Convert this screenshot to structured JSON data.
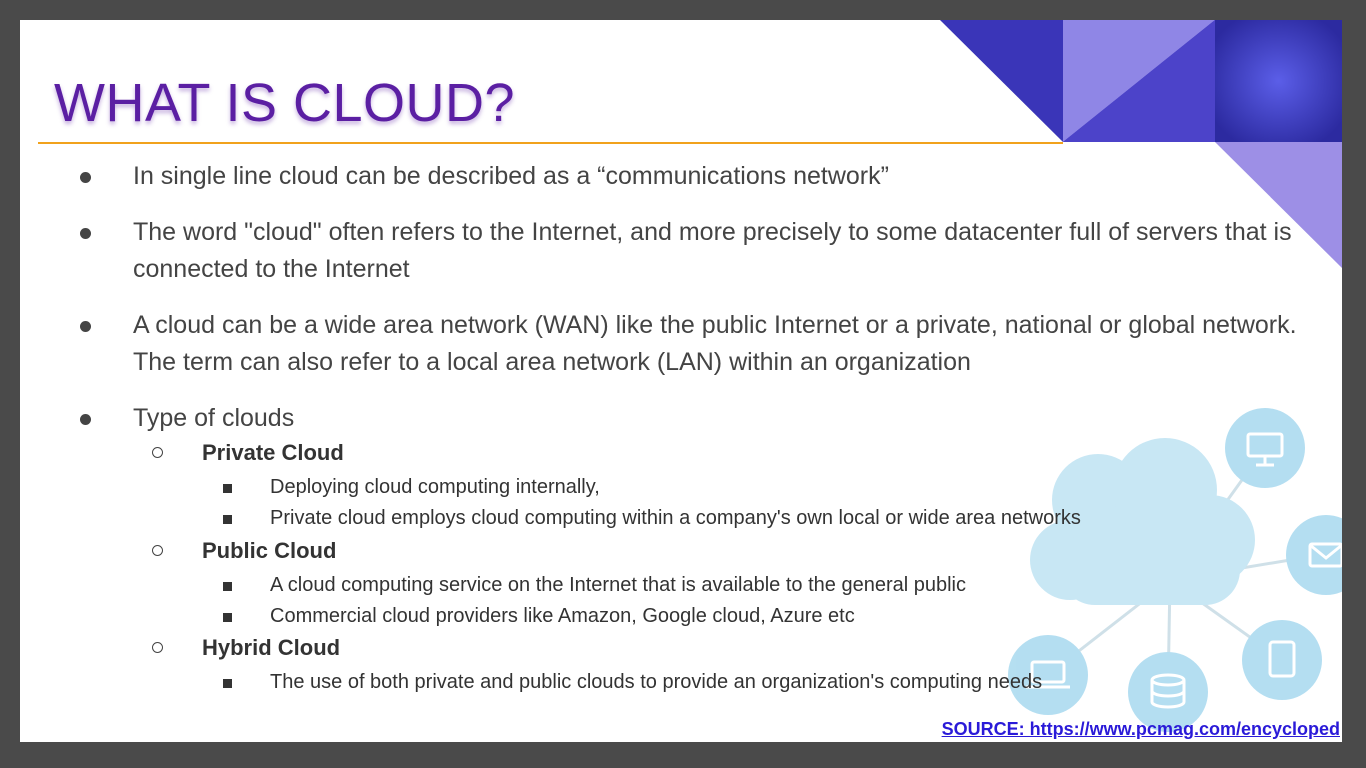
{
  "title": "WHAT IS CLOUD?",
  "colors": {
    "title": "#5b1fa3",
    "rule": "#f1a21c",
    "corner_dark": "#3a35b8",
    "corner_light": "#8f86e6",
    "cloud": "#bfe3f3",
    "link": "#2a1ad8"
  },
  "bullets": [
    {
      "text": "In single line cloud can be described as a “communications network”"
    },
    {
      "text": "The word \"cloud\" often refers to the Internet, and more precisely to some datacenter full of servers that is connected to the Internet"
    },
    {
      "text": "A cloud can be a wide area network (WAN) like the public Internet or a private, national or global network. The term can also refer to a local area network (LAN) within an organization"
    },
    {
      "text": "Type of clouds"
    }
  ],
  "cloud_types": [
    {
      "name": "Private Cloud",
      "items": [
        "Deploying cloud computing internally,",
        "Private cloud employs cloud computing within a company's own local or wide area networks"
      ]
    },
    {
      "name": "Public Cloud",
      "items": [
        "A cloud computing service on the Internet that is available to the general public",
        "Commercial cloud providers like Amazon, Google cloud, Azure etc"
      ]
    },
    {
      "name": "Hybrid Cloud",
      "items": [
        "The use of both private and public clouds to provide an organization's computing needs"
      ]
    }
  ],
  "source": "SOURCE: https://www.pcmag.com/encycloped",
  "illustration": {
    "nodes": [
      "monitor-icon",
      "mail-icon",
      "tablet-icon",
      "database-icon",
      "laptop-icon"
    ]
  }
}
